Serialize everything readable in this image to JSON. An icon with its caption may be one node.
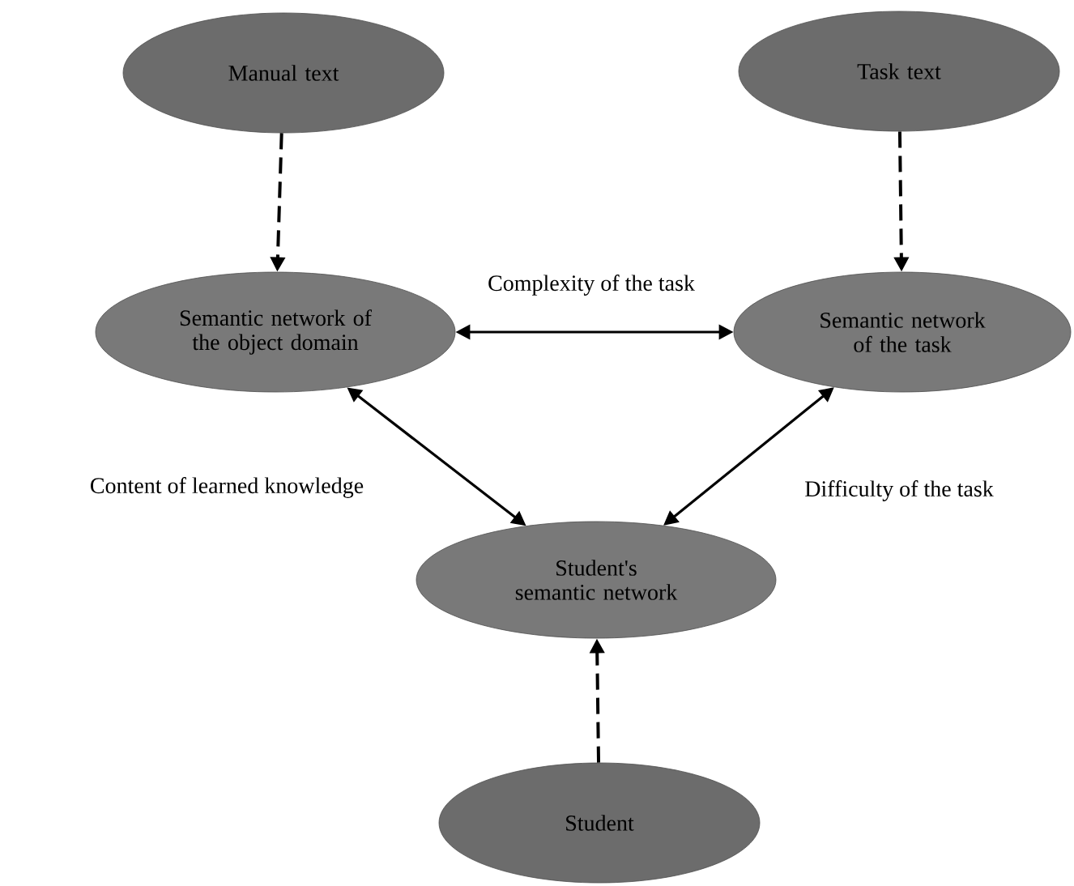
{
  "diagram": {
    "nodes": [
      {
        "text": [
          "Manual text"
        ]
      },
      {
        "text": [
          "Task text"
        ]
      },
      {
        "text": [
          "Semantic network of the object domain"
        ]
      },
      {
        "text": [
          "Semantic network of the task"
        ]
      },
      {
        "text": [
          "Student's semantic network"
        ]
      },
      {
        "text": [
          "Student"
        ]
      }
    ],
    "edges": [
      {
        "from": 0,
        "to": 2,
        "arrow": "to",
        "style": "dashed"
      },
      {
        "from": 1,
        "to": 3,
        "arrow": "to",
        "style": "dashed"
      },
      {
        "from": 2,
        "to": 3,
        "arrow": "both",
        "label": "Complexity of the task"
      },
      {
        "from": 2,
        "to": 4,
        "arrow": "both",
        "label": "Content of learned knowledge"
      },
      {
        "from": 3,
        "to": 4,
        "arrow": "both",
        "label": "Difficulty of the task"
      },
      {
        "from": 5,
        "to": 4,
        "arrow": "to",
        "style": "dashed"
      }
    ]
  }
}
